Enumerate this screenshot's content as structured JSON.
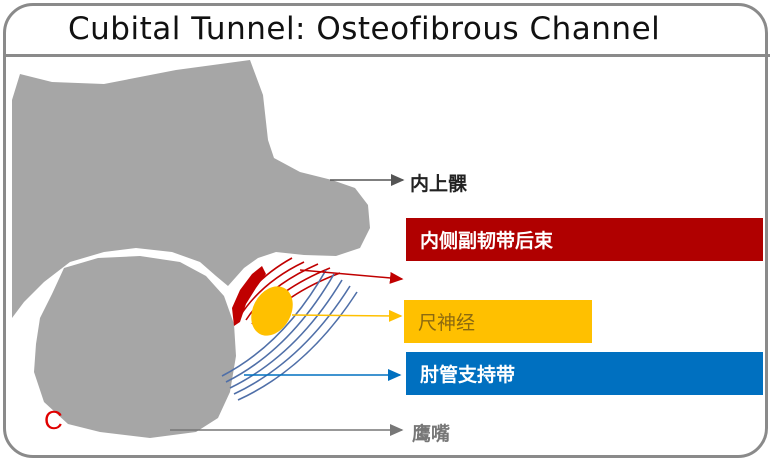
{
  "title": "Cubital Tunnel: Osteofibrous Channel",
  "labels": {
    "epicondyle": "内上髁",
    "posterior_mcl": "内侧副韧带后束",
    "ulnar_nerve": "尺神经",
    "retinaculum": "肘管支持带",
    "olecranon": "鹰嘴"
  },
  "panel_letter": "C",
  "colors": {
    "bone": "#a6a6a6",
    "frame": "#8a8a8a",
    "ligament": "#c00000",
    "nerve": "#ffc000",
    "retinaculum": "#4f6fa8",
    "red_box": "#b00000",
    "blue_box": "#0070c0"
  }
}
